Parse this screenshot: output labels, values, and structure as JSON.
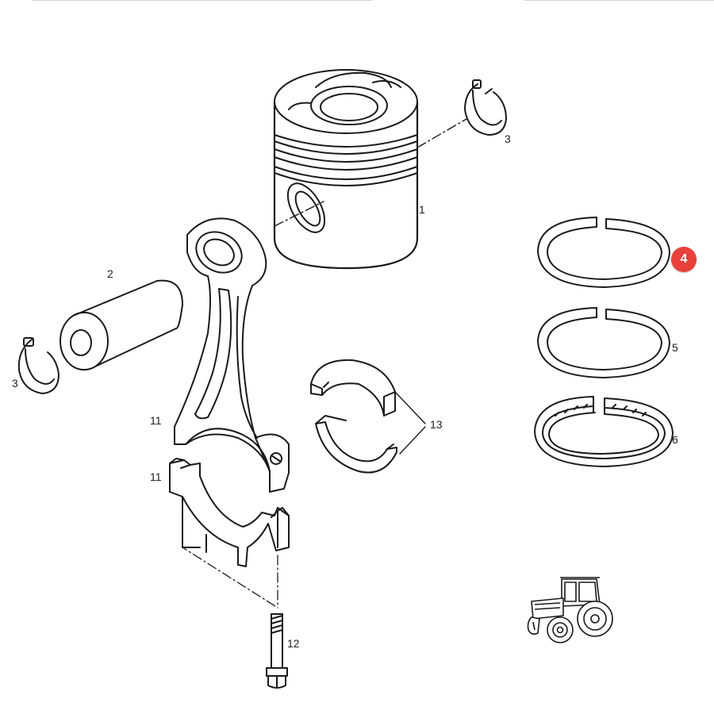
{
  "callouts": {
    "piston": "1",
    "piston_pin": "2",
    "snap_ring_right": "3",
    "snap_ring_left": "3",
    "ring_top": "4",
    "ring_middle": "5",
    "ring_oil": "6",
    "connecting_rod": "11",
    "rod_cap": "11",
    "bolt": "12",
    "bearing_shells": "13"
  },
  "highlight_color": "#e8413c",
  "line_color": "#1a1a1a",
  "icons": {
    "vehicle": "tractor-icon"
  }
}
